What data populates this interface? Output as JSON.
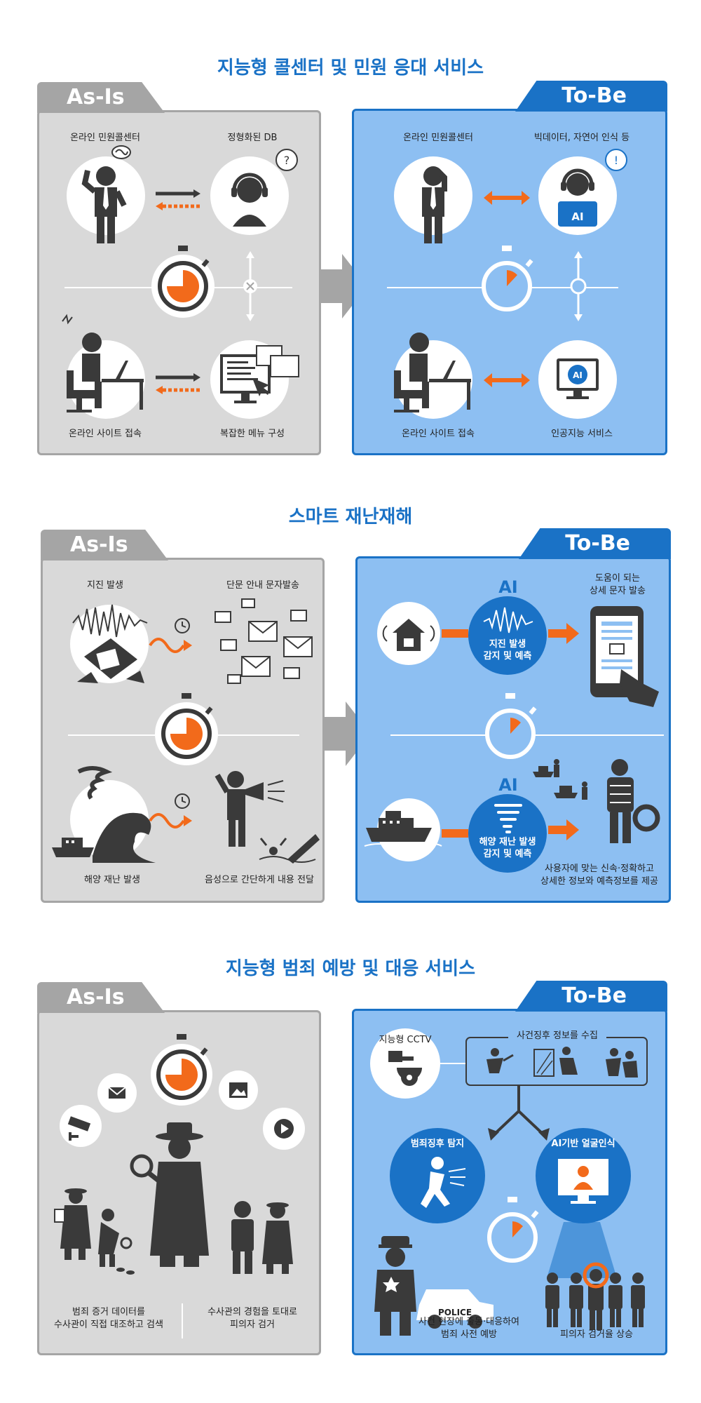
{
  "sections": {
    "callcenter": {
      "title": "지능형 콜센터 및 민원 응대 서비스",
      "asis": {
        "tab": "As-Is",
        "top_left": "온라인 민원콜센터",
        "top_right": "정형화된 DB",
        "bottom_left": "온라인 사이트 접속",
        "bottom_right": "복잡한 메뉴 구성"
      },
      "tobe": {
        "tab": "To-Be",
        "top_left": "온라인 민원콜센터",
        "top_right": "빅데이터, 자연어 인식 등",
        "ai_badge": "AI",
        "bottom_left": "온라인 사이트 접속",
        "bottom_right": "인공지능 서비스",
        "monitor_ai": "AI"
      }
    },
    "disaster": {
      "title": "스마트 재난재해",
      "asis": {
        "tab": "As-Is",
        "top_left": "지진 발생",
        "top_right": "단문 안내 문자발송",
        "bottom_left": "해양 재난 발생",
        "bottom_right": "음성으로 간단하게 내용 전달"
      },
      "tobe": {
        "tab": "To-Be",
        "ai_top": "AI",
        "detect_top": "지진 발생\n감지 및 예측",
        "phone_label": "도움이 되는\n상세 문자 발송",
        "ai_bottom": "AI",
        "detect_bottom": "해양 재난 발생\n감지 및 예측",
        "bottom_label": "사용자에 맞는 신속·정확하고\n상세한 정보와 예측정보를 제공"
      }
    },
    "crime": {
      "title": "지능형 범죄 예방 및 대응 서비스",
      "asis": {
        "tab": "As-Is",
        "bottom_left": "범죄 증거 데이터를\n수사관이 직접 대조하고 검색",
        "bottom_right": "수사관의 경험을 토대로\n피의자 검거"
      },
      "tobe": {
        "tab": "To-Be",
        "cctv": "지능형 CCTV",
        "collect": "사건징후 정보를 수집",
        "detect": "범죄징후 탐지",
        "face": "AI기반 얼굴인식",
        "police_car": "POLICE",
        "police_label": "사건 현장에 출동·대응하여\n범죄 사전 예방",
        "suspect_label": "피의자 검거율 상승"
      }
    }
  },
  "colors": {
    "accent_blue": "#1a72c6",
    "light_blue": "#8dbff2",
    "orange": "#f26a1b",
    "gray": "#a5a5a5",
    "dark": "#3a3a3a"
  }
}
